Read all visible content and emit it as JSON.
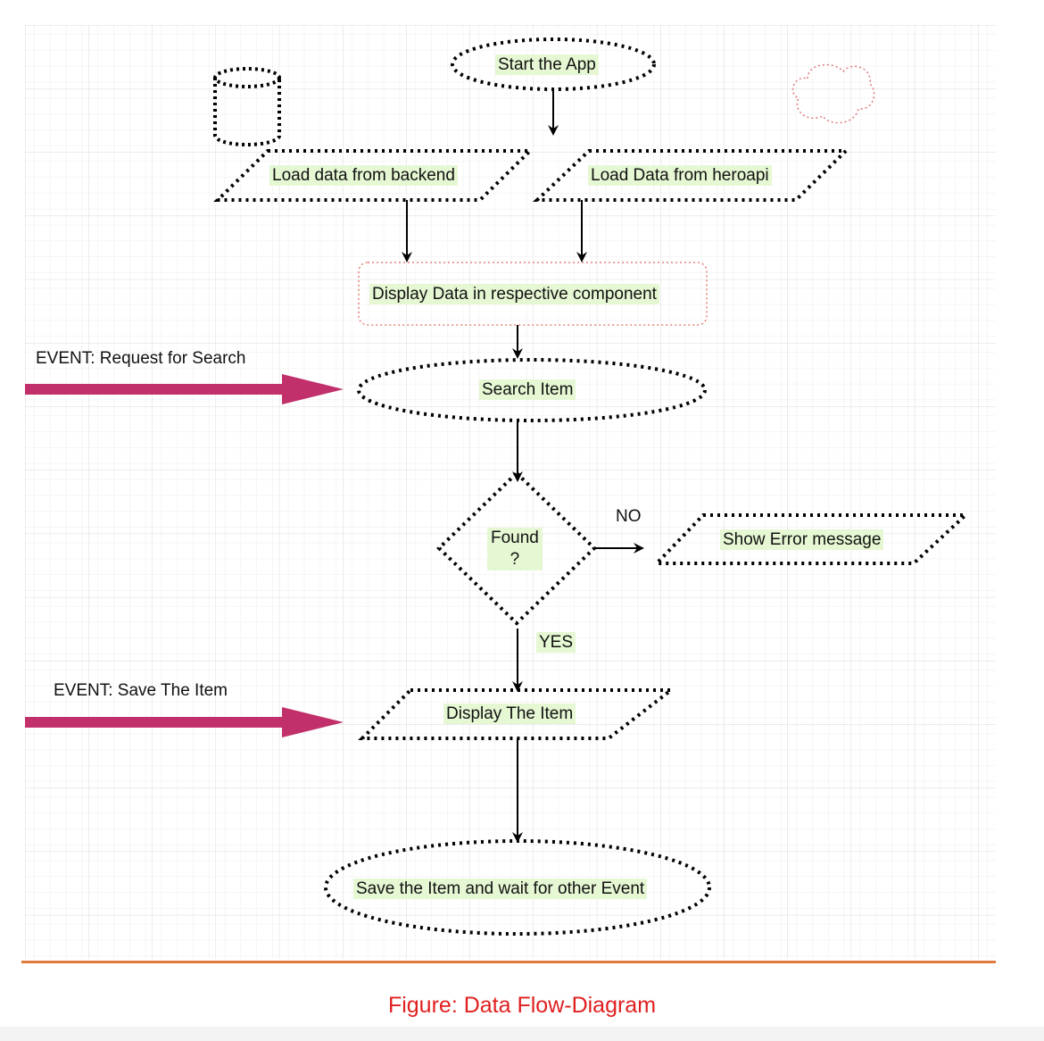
{
  "diagram": {
    "nodes": {
      "start": "Start the App",
      "load_backend": "Load data from backend",
      "load_heroapi": "Load Data from heroapi",
      "display_data": "Display Data in respective component",
      "search_item": "Search Item",
      "found_line1": "Found",
      "found_line2": "?",
      "show_error": "Show Error message",
      "display_item": "Display The Item",
      "save_item": "Save the Item and wait for other Event"
    },
    "branches": {
      "no": "NO",
      "yes": "YES"
    },
    "events": {
      "search": "EVENT: Request for Search",
      "save": "EVENT: Save The Item"
    },
    "icons": [
      "database-icon",
      "cloud-icon"
    ]
  },
  "caption": "Figure:  Data Flow-Diagram",
  "colors": {
    "grid": "#e3e3e3",
    "label_highlight": "#e6f7d3",
    "event_arrow": "#c2306b",
    "display_data_border": "#e06a5a",
    "cloud_border": "#e07a7a",
    "caption_text": "#e02020",
    "rule": "#e07a3a"
  }
}
